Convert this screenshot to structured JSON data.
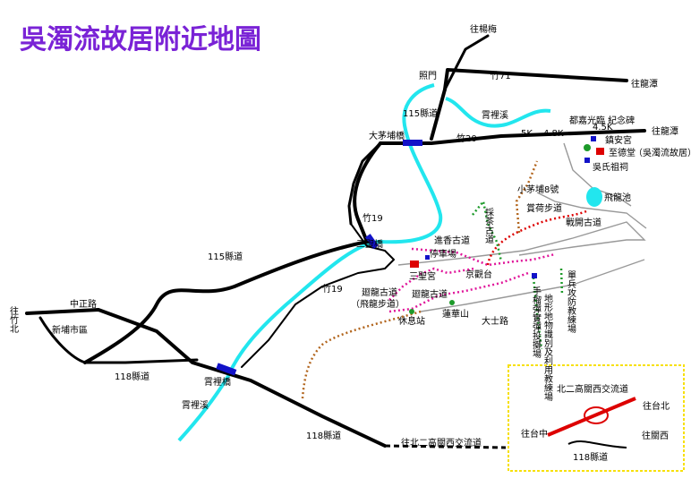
{
  "title": "吳濁流故居附近地圖",
  "colors": {
    "title": "#7a23d6",
    "road": "#000000",
    "stream": "#22e6ee",
    "bridge": "#1212c8",
    "red": "#dd0000",
    "magenta": "#e0169a",
    "green": "#1d9a2a",
    "brown": "#b2651d",
    "gray": "#999999",
    "highway": "#f7e00a"
  },
  "labels": {
    "to_yangmei": "往楊梅",
    "zhaomen": "照門",
    "zhu71": "竹71",
    "to_longtan_top": "往龍潭",
    "county115_top": "115縣道",
    "xiaoli_creek_top": "霄裡溪",
    "dumaoqiao_label": "都嘉光臨\n紀念碑",
    "to_longtan_mid": "往龍潭",
    "damaopu_bridge": "大茅埔橋",
    "zhu20": "竹20",
    "km5": "5K",
    "km48": "4.8K",
    "km45": "4.5K",
    "zhenan_temple": "鎮安宮",
    "zhide_hall": "至德堂",
    "wu_house": "（吳濁流故居）",
    "wu_ancestral": "吳氏祖祠",
    "feilong_pond": "飛龍池",
    "xiaomaopu8": "小茅埔8號",
    "zhu19_top": "竹19",
    "caicha_trail": "採茶古道",
    "jianren_trail": "賞荷步道",
    "zhanzhao_trail": "戰開古道",
    "sansheng_bridge": "三聖橋",
    "jinxiang_trail": "進香古道",
    "parking": "停車場",
    "sansheng_temple": "三聖宮",
    "jingtiantai": "京觀台",
    "county115_mid": "115縣道",
    "zhu19_mid": "竹19",
    "tuilong_trail": "廻龍古道",
    "feilong_trail": "（飛龍步道）",
    "huilong_trail": "廻龍古道",
    "rest_station": "休息站",
    "lianhua_mountain": "蓮華山",
    "dashi_road": "大士路",
    "handmade_bomb": "手榴彈實彈投擲場",
    "terrain_field": "地形地物識別及利用教練場",
    "soldier_defense": "單兵攻防教練場",
    "to_zhubei": "往竹北",
    "zhongzheng_road": "中正路",
    "xinpu_district": "新埔市區",
    "county118": "118縣道",
    "xiaoli_bridge": "霄裡橋",
    "xiaoli_creek_bottom": "霄裡溪",
    "county118_bottom": "118縣道",
    "to_second_highway": "往北二高關西交流道",
    "inset_title": "北二高關西交流道",
    "inset_taibei": "往台北",
    "inset_taizhong": "往台中",
    "inset_guanxi": "往關西",
    "inset_county118": "118縣道"
  }
}
